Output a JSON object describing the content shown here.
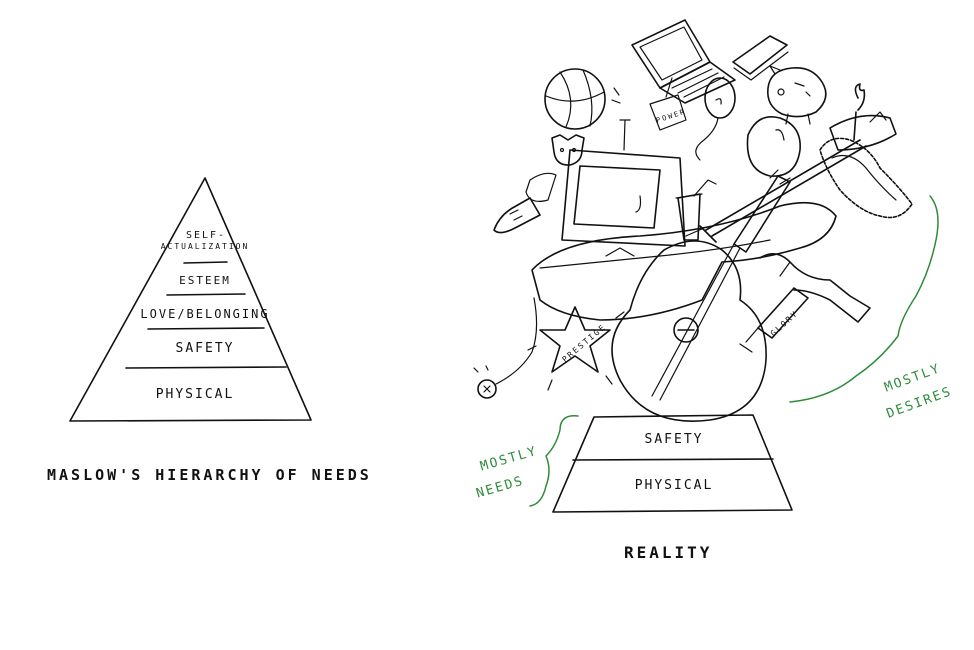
{
  "maslow": {
    "levels": {
      "self_actualization_1": "SELF-",
      "self_actualization_2": "ACTUALIZATION",
      "esteem": "ESTEEM",
      "love": "LOVE/BELONGING",
      "safety": "SAFETY",
      "physical": "PHYSICAL"
    },
    "caption": "MASLOW'S HIERARCHY OF NEEDS"
  },
  "reality": {
    "levels": {
      "safety": "SAFETY",
      "physical": "PHYSICAL"
    },
    "objects": {
      "power_tag": "POWER",
      "prestige_star": "PRESTIGE",
      "glory_tag": "GLORY"
    },
    "annotations": {
      "mostly_needs_1": "MOSTLY",
      "mostly_needs_2": "NEEDS",
      "mostly_desires_1": "MOSTLY",
      "mostly_desires_2": "DESIRES"
    },
    "caption": "REALITY"
  },
  "colors": {
    "ink": "#111111",
    "annotation_green": "#2e8b3a",
    "background": "#ffffff"
  }
}
